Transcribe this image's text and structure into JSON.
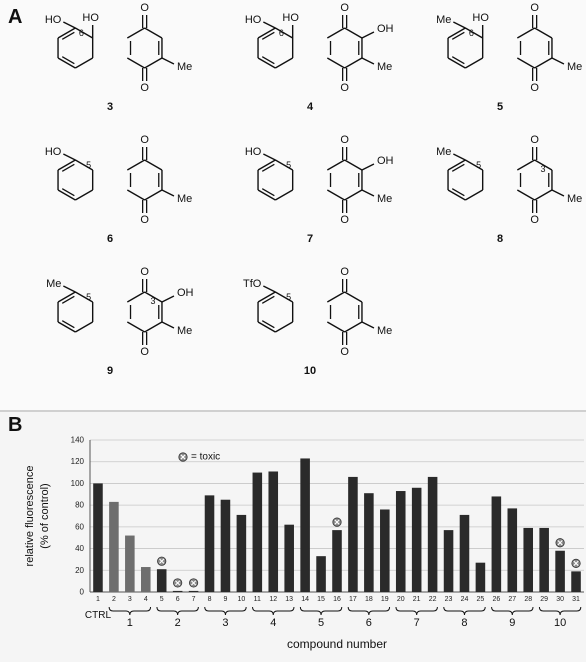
{
  "panel_a": {
    "label": "A",
    "compounds": [
      {
        "num": "3",
        "ring_label": "6",
        "sub_top": "HO",
        "sub_left": "HO",
        "sub_right": "",
        "sub_right_lower": "Me",
        "quinone_pos": "",
        "extra": ""
      },
      {
        "num": "4",
        "ring_label": "6",
        "sub_top": "HO",
        "sub_left": "HO",
        "sub_right": "OH",
        "sub_right_lower": "Me",
        "quinone_pos": "",
        "extra": ""
      },
      {
        "num": "5",
        "ring_label": "6",
        "sub_top": "HO",
        "sub_left": "Me",
        "sub_right": "",
        "sub_right_lower": "Me",
        "quinone_pos": "",
        "extra": ""
      },
      {
        "num": "6",
        "ring_label": "5",
        "sub_top": "",
        "sub_left": "HO",
        "sub_right": "",
        "sub_right_lower": "Me",
        "quinone_pos": "",
        "extra": ""
      },
      {
        "num": "7",
        "ring_label": "5",
        "sub_top": "",
        "sub_left": "HO",
        "sub_right": "OH",
        "sub_right_lower": "Me",
        "quinone_pos": "",
        "extra": ""
      },
      {
        "num": "8",
        "ring_label": "5",
        "sub_top": "",
        "sub_left": "Me",
        "sub_right": "",
        "sub_right_lower": "Me",
        "quinone_pos": "3",
        "extra": ""
      },
      {
        "num": "9",
        "ring_label": "5",
        "sub_top": "",
        "sub_left": "Me",
        "sub_right": "OH",
        "sub_right_lower": "Me",
        "quinone_pos": "3",
        "extra": ""
      },
      {
        "num": "10",
        "ring_label": "5",
        "sub_top": "",
        "sub_left": "TfO",
        "sub_right": "",
        "sub_right_lower": "Me",
        "quinone_pos": "",
        "extra": ""
      }
    ],
    "carbonyl_label": "O"
  },
  "panel_b": {
    "label": "B",
    "legend_text": "= toxic",
    "ctrl_label": "CTRL"
  },
  "chart_data": {
    "type": "bar",
    "xlabel": "compound number",
    "ylabel": "relative fluorescence (% of control)",
    "ylim": [
      0,
      140
    ],
    "yticks": [
      0,
      20,
      40,
      60,
      80,
      100,
      120,
      140
    ],
    "grid": true,
    "categories": [
      "1",
      "2",
      "3",
      "4",
      "5",
      "6",
      "7",
      "8",
      "9",
      "10",
      "11",
      "12",
      "13",
      "14",
      "15",
      "16",
      "17",
      "18",
      "19",
      "20",
      "21",
      "22",
      "23",
      "24",
      "25",
      "26",
      "27",
      "28",
      "29",
      "30",
      "31"
    ],
    "values": [
      100,
      83,
      52,
      23,
      21,
      1,
      1,
      89,
      85,
      71,
      110,
      111,
      62,
      123,
      33,
      57,
      106,
      91,
      76,
      93,
      96,
      106,
      57,
      71,
      27,
      88,
      77,
      59,
      59,
      38,
      19
    ],
    "toxic": [
      5,
      6,
      7,
      16,
      30,
      31
    ],
    "bar_colors": {
      "ctrl": "#2a2a2a",
      "group1": "#6e6e6e",
      "default": "#2a2a2a"
    },
    "groups": [
      {
        "label": "1",
        "from": 2,
        "to": 4
      },
      {
        "label": "2",
        "from": 5,
        "to": 7
      },
      {
        "label": "3",
        "from": 8,
        "to": 10
      },
      {
        "label": "4",
        "from": 11,
        "to": 13
      },
      {
        "label": "5",
        "from": 14,
        "to": 16
      },
      {
        "label": "6",
        "from": 17,
        "to": 19
      },
      {
        "label": "7",
        "from": 20,
        "to": 22
      },
      {
        "label": "8",
        "from": 23,
        "to": 25
      },
      {
        "label": "9",
        "from": 26,
        "to": 28
      },
      {
        "label": "10",
        "from": 29,
        "to": 31
      }
    ]
  }
}
